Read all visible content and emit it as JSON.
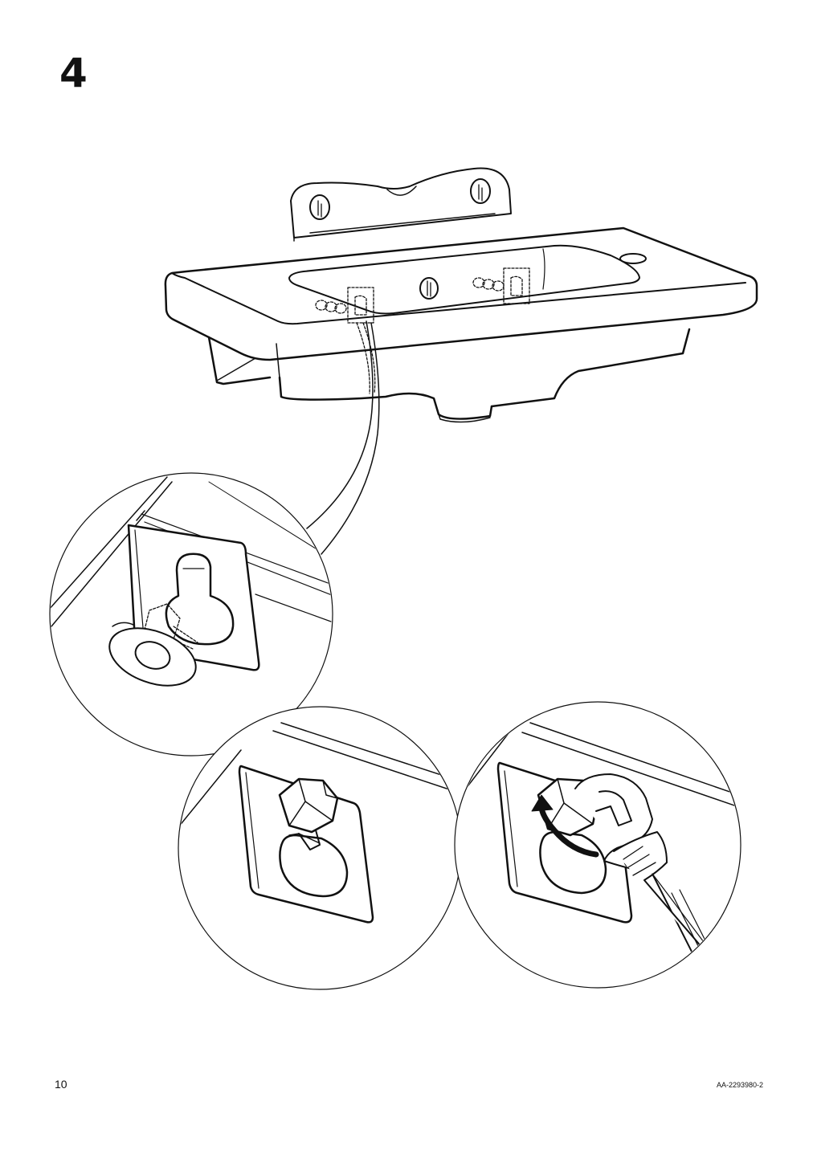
{
  "step": {
    "number": "4"
  },
  "footer": {
    "page_number": "10",
    "document_id": "AA-2293980-2"
  },
  "colors": {
    "ink": "#111111",
    "paper": "#ffffff"
  }
}
